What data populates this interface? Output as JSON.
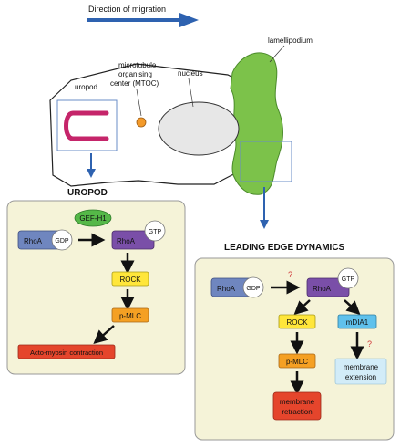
{
  "header": {
    "direction_label": "Direction of migration"
  },
  "cell": {
    "uropod_label": "uropod",
    "mtoc_label_line1": "microtubule",
    "mtoc_label_line2": "organising",
    "mtoc_label_line3": "center (MTOC)",
    "nucleus_label": "nucleus",
    "lamellipodium_label": "lamellipodium"
  },
  "uropod_panel": {
    "title": "UROPOD",
    "gef": "GEF-H1",
    "rhoa": "RhoA",
    "gdp": "GDP",
    "rhoa_active": "RhoA",
    "gtp": "GTP",
    "rock": "ROCK",
    "pmlc": "p-MLC",
    "outcome": "Acto-myosin contraction"
  },
  "leading_panel": {
    "title": "LEADING EDGE DYNAMICS",
    "rhoa": "RhoA",
    "gdp": "GDP",
    "rhoa_active": "RhoA",
    "gtp": "GTP",
    "question1": "?",
    "question2": "?",
    "rock": "ROCK",
    "mdia1": "mDIA1",
    "pmlc": "p-MLC",
    "retraction_line1": "membrane",
    "retraction_line2": "retraction",
    "extension_line1": "membrane",
    "extension_line2": "extension"
  },
  "colors": {
    "panel_fill": "#f5f3d8",
    "arrow_blue": "#2e62b0",
    "lamellipodium": "#7cc24a",
    "rhoa_inactive": "#6f86bf",
    "rhoa_active": "#7a4fa8",
    "rock": "#ffe63a",
    "pmlc": "#f5a023",
    "outcome_red": "#e5452c",
    "mdia1": "#5fc1ec",
    "gef": "#55b848",
    "extension_box": "#d2ecf8"
  }
}
